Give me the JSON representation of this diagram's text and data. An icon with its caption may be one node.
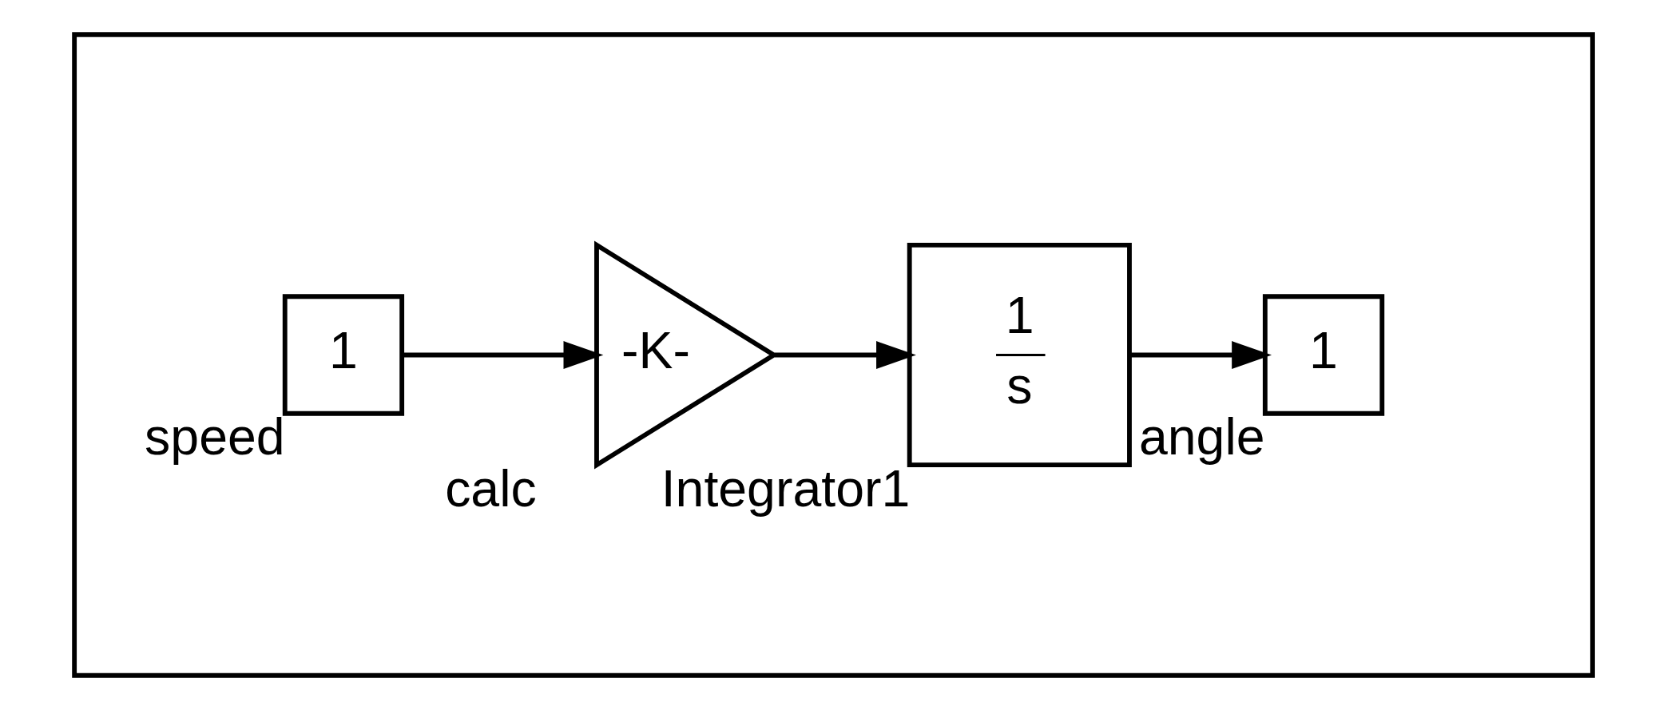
{
  "diagram": {
    "nodes": [
      {
        "text": [],
        "shape": "box"
      },
      {
        "text": [
          "1"
        ],
        "beside": [
          "speed"
        ],
        "in": 0
      },
      {
        "text": [
          "-K-"
        ],
        "beside": [
          "calc"
        ],
        "in": 0
      },
      {
        "text": [
          "1",
          "s"
        ],
        "beside": [
          "Integrator1"
        ],
        "in": 0
      },
      {
        "text": [
          "1"
        ],
        "beside": [
          "angle"
        ],
        "in": 0
      }
    ],
    "edges": [
      {
        "from": 1,
        "to": 2,
        "arrow": "to"
      },
      {
        "from": 2,
        "to": 3,
        "arrow": "to"
      },
      {
        "from": 3,
        "to": 4,
        "arrow": "to"
      }
    ]
  }
}
